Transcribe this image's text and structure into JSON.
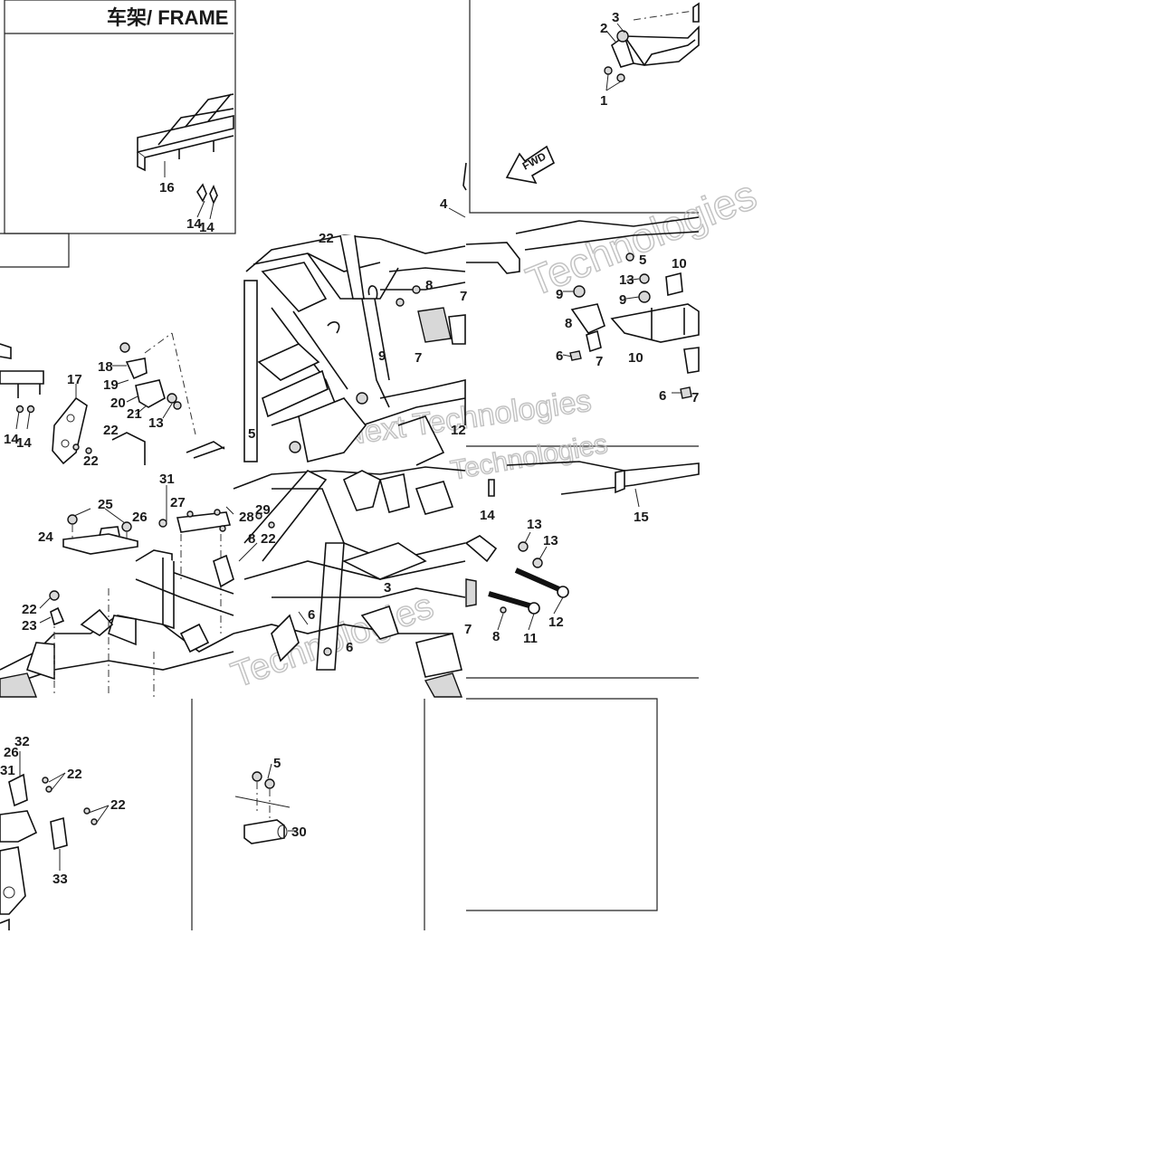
{
  "diagram": {
    "title": "车架/ FRAME",
    "fwd_label": "FWD",
    "watermarks": [
      "Technologies",
      "Next Technologies",
      "Technologies",
      "Technologies"
    ],
    "callouts": [
      "1",
      "2",
      "3",
      "4",
      "5",
      "6",
      "7",
      "8",
      "9",
      "10",
      "11",
      "12",
      "13",
      "14",
      "15",
      "16",
      "17",
      "18",
      "19",
      "20",
      "21",
      "22",
      "23",
      "24",
      "25",
      "26",
      "27",
      "28",
      "29",
      "30",
      "31",
      "32",
      "33"
    ],
    "labels": [
      {
        "part": "16",
        "text": "16"
      },
      {
        "part": "14",
        "text": "14"
      },
      {
        "part": "14b",
        "text": "14"
      },
      {
        "part": "2",
        "text": "2"
      },
      {
        "part": "3",
        "text": "3"
      },
      {
        "part": "1",
        "text": "1"
      },
      {
        "part": "4",
        "text": "4"
      },
      {
        "part": "22a",
        "text": "22"
      },
      {
        "part": "8a",
        "text": "8"
      },
      {
        "part": "7a",
        "text": "7"
      },
      {
        "part": "9a",
        "text": "9"
      },
      {
        "part": "7b",
        "text": "7"
      },
      {
        "part": "5a",
        "text": "5"
      },
      {
        "part": "12a",
        "text": "12"
      },
      {
        "part": "5b",
        "text": "5"
      },
      {
        "part": "13a",
        "text": "13"
      },
      {
        "part": "10a",
        "text": "10"
      },
      {
        "part": "9b",
        "text": "9"
      },
      {
        "part": "9c",
        "text": "9"
      },
      {
        "part": "8b",
        "text": "8"
      },
      {
        "part": "6a",
        "text": "6"
      },
      {
        "part": "7c",
        "text": "7"
      },
      {
        "part": "10b",
        "text": "10"
      },
      {
        "part": "6b",
        "text": "6"
      },
      {
        "part": "7d",
        "text": "7"
      },
      {
        "part": "18",
        "text": "18"
      },
      {
        "part": "19",
        "text": "19"
      },
      {
        "part": "20",
        "text": "20"
      },
      {
        "part": "21",
        "text": "21"
      },
      {
        "part": "13b",
        "text": "13"
      },
      {
        "part": "17",
        "text": "17"
      },
      {
        "part": "22b",
        "text": "22"
      },
      {
        "part": "14c",
        "text": "14"
      },
      {
        "part": "14d",
        "text": "14"
      },
      {
        "part": "22c",
        "text": "22"
      },
      {
        "part": "25",
        "text": "25"
      },
      {
        "part": "31",
        "text": "31"
      },
      {
        "part": "26",
        "text": "26"
      },
      {
        "part": "27",
        "text": "27"
      },
      {
        "part": "24",
        "text": "24"
      },
      {
        "part": "28",
        "text": "28"
      },
      {
        "part": "29",
        "text": "29"
      },
      {
        "part": "8c",
        "text": "8"
      },
      {
        "part": "22d",
        "text": "22"
      },
      {
        "part": "22e",
        "text": "22"
      },
      {
        "part": "23",
        "text": "23"
      },
      {
        "part": "3b",
        "text": "3"
      },
      {
        "part": "6c",
        "text": "6"
      },
      {
        "part": "6d",
        "text": "6"
      },
      {
        "part": "14e",
        "text": "14"
      },
      {
        "part": "15",
        "text": "15"
      },
      {
        "part": "13c",
        "text": "13"
      },
      {
        "part": "13d",
        "text": "13"
      },
      {
        "part": "12b",
        "text": "12"
      },
      {
        "part": "11",
        "text": "11"
      },
      {
        "part": "8d",
        "text": "8"
      },
      {
        "part": "7e",
        "text": "7"
      },
      {
        "part": "32",
        "text": "32"
      },
      {
        "part": "26b",
        "text": "26"
      },
      {
        "part": "31b",
        "text": "31"
      },
      {
        "part": "22f",
        "text": "22"
      },
      {
        "part": "22g",
        "text": "22"
      },
      {
        "part": "33",
        "text": "33"
      },
      {
        "part": "5c",
        "text": "5"
      },
      {
        "part": "30",
        "text": "30"
      }
    ]
  }
}
